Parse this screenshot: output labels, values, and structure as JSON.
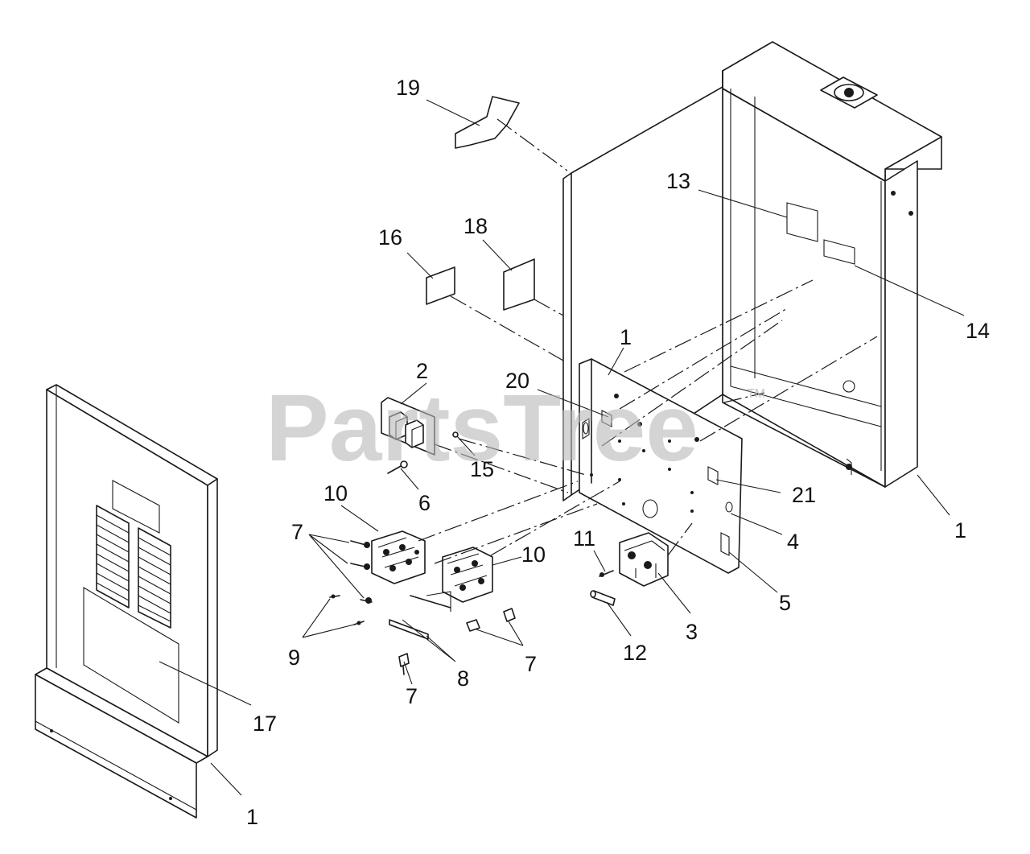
{
  "watermark": {
    "text": "PartsTree",
    "trademark": "TM"
  },
  "callouts": {
    "c19": "19",
    "c13": "13",
    "c14": "14",
    "c16": "16",
    "c18": "18",
    "c1_panel": "1",
    "c20": "20",
    "c2": "2",
    "c15": "15",
    "c6": "6",
    "c21": "21",
    "c1_box": "1",
    "c10_left": "10",
    "c7_left": "7",
    "c10_right": "10",
    "c11": "11",
    "c4": "4",
    "c5": "5",
    "c9": "9",
    "c8": "8",
    "c7_right": "7",
    "c12": "12",
    "c3": "3",
    "c7_bottom": "7",
    "c17": "17",
    "c1_door": "1"
  }
}
